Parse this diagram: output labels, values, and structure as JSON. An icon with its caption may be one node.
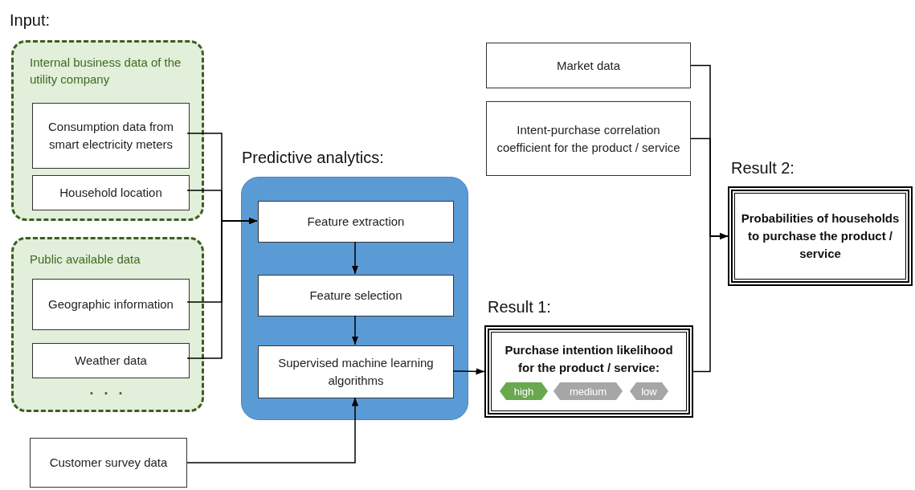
{
  "diagram": {
    "nodes": [
      {
        "text": [
          "Internal business data of the utility company"
        ]
      },
      {
        "text": [
          "Consumption data from smart electricity meters"
        ],
        "in": 0
      },
      {
        "text": [
          "Household location"
        ],
        "in": 0
      },
      {
        "text": [
          "Public available data",
          ". . ."
        ]
      },
      {
        "text": [
          "Geographic information"
        ],
        "in": 3
      },
      {
        "text": [
          "Weather data"
        ],
        "in": 3
      },
      {
        "text": [
          "Customer survey data"
        ]
      },
      {
        "text": [
          "Predictive analytics:"
        ]
      },
      {
        "text": [
          "Feature extraction"
        ],
        "in": 7
      },
      {
        "text": [
          "Feature selection"
        ],
        "in": 7
      },
      {
        "text": [
          "Supervised machine learning algorithms"
        ],
        "in": 7
      },
      {
        "text": [
          "Market data"
        ]
      },
      {
        "text": [
          "Intent-purchase correlation coefficient for the product / service"
        ]
      },
      {
        "text": [
          "Result 1:",
          "Purchase intention likelihood for the product / service:"
        ]
      },
      {
        "text": [
          "high"
        ],
        "in": 13
      },
      {
        "text": [
          "medium"
        ],
        "in": 13
      },
      {
        "text": [
          "low"
        ],
        "in": 13
      },
      {
        "text": [
          "Result 2:",
          "Probabilities of households to purchase the product / service"
        ]
      }
    ],
    "edges": [
      {
        "from": 1,
        "to": 8,
        "arrow": "to"
      },
      {
        "from": 2,
        "to": 8,
        "arrow": "to"
      },
      {
        "from": 4,
        "to": 8,
        "arrow": "to"
      },
      {
        "from": 5,
        "to": 8,
        "arrow": "to"
      },
      {
        "from": 8,
        "to": 9,
        "arrow": "to"
      },
      {
        "from": 9,
        "to": 10,
        "arrow": "to"
      },
      {
        "from": 6,
        "to": 10,
        "arrow": "to"
      },
      {
        "from": 10,
        "to": 13,
        "arrow": "to"
      },
      {
        "from": 11,
        "to": 17,
        "arrow": "to"
      },
      {
        "from": 12,
        "to": 17,
        "arrow": "to"
      },
      {
        "from": 13,
        "to": 17,
        "arrow": "to"
      }
    ],
    "labels": [
      "Input:"
    ]
  }
}
